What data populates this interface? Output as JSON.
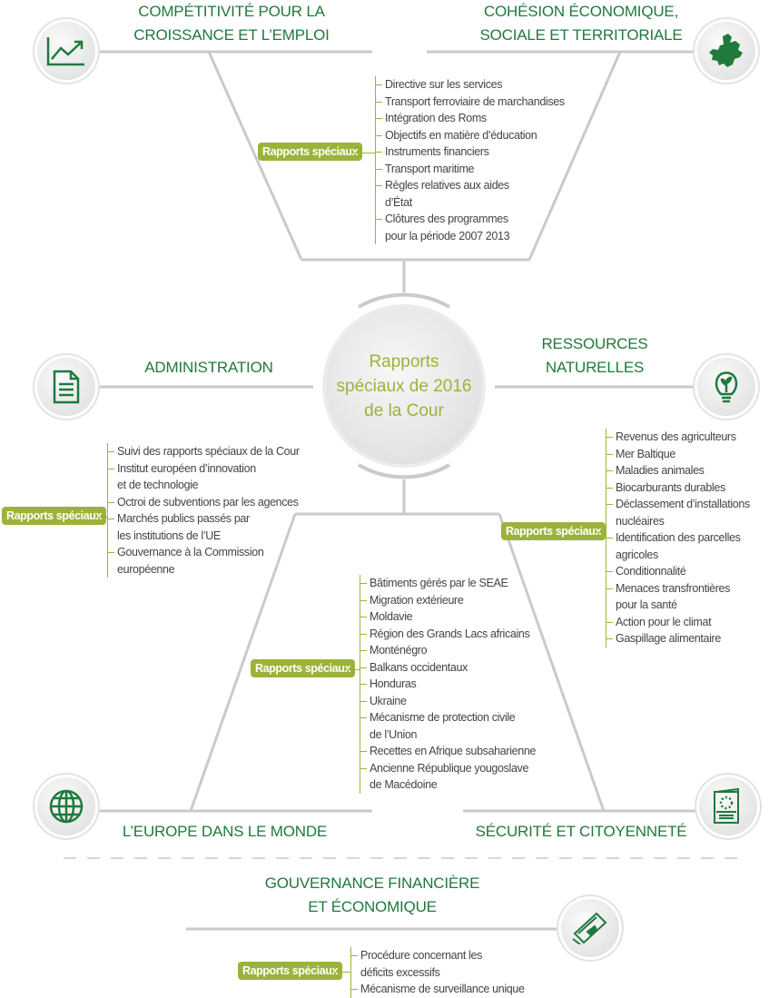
{
  "center": {
    "lines": [
      "Rapports",
      "spéciaux de 2016",
      "de la Cour"
    ]
  },
  "badge_label": "Rapports spéciaux",
  "sections": {
    "competitivite": {
      "title": [
        "COMPÉTITIVITÉ POUR LA",
        "CROISSANCE ET L’EMPLOI"
      ],
      "icon": "chart-growth-icon"
    },
    "cohesion": {
      "title": [
        "COHÉSION ÉCONOMIQUE,",
        "SOCIALE ET TERRITORIALE"
      ],
      "icon": "europe-map-icon",
      "items": [
        "Directive sur les services",
        "Transport ferroviaire de marchandises",
        "Intégration des Roms",
        "Objectifs en matière d’éducation",
        "Instruments financiers",
        "Transport maritime",
        "Règles relatives aux aides",
        "d’État",
        "Clôtures des programmes",
        "pour la période 2007 2013"
      ]
    },
    "administration": {
      "title": "ADMINISTRATION",
      "icon": "document-icon",
      "items": [
        "Suivi des rapports spéciaux de la Cour",
        "Institut européen d’innovation",
        "et de technologie",
        "Octroi de subventions par les agences",
        "Marchés publics passés par",
        "les institutions de l’UE",
        "Gouvernance à la Commission",
        "européenne"
      ]
    },
    "ressources": {
      "title": [
        "RESSOURCES",
        "NATURELLES"
      ],
      "icon": "lightbulb-plant-icon",
      "items": [
        "Revenus des agriculteurs",
        "Mer Baltique",
        "Maladies animales",
        "Biocarburants durables",
        "Déclassement d’installations",
        "nucléaires",
        "Identification des parcelles",
        "agricoles",
        "Conditionnalité",
        "Menaces transfrontières",
        "pour la santé",
        "Action pour le climat",
        "Gaspillage alimentaire"
      ]
    },
    "europe_monde": {
      "title": "L’EUROPE DANS LE MONDE",
      "icon": "globe-icon",
      "items": [
        "Bâtiments gérés par le SEAE",
        "Migration extérieure",
        "Moldavie",
        "Région des Grands Lacs africains",
        "Monténégro",
        "Balkans occidentaux",
        "Honduras",
        "Ukraine",
        "Mécanisme de protection civile",
        "de l’Union",
        "Recettes en Afrique subsaharienne",
        "Ancienne République yougoslave",
        "de Macédoine"
      ]
    },
    "securite": {
      "title": "SÉCURITÉ ET CITOYENNETÉ",
      "icon": "passport-icon"
    },
    "gouvernance": {
      "title": [
        "GOUVERNANCE FINANCIÈRE",
        "ET ÉCONOMIQUE"
      ],
      "icon": "banknotes-icon",
      "items": [
        "Procédure concernant les",
        "déficits excessifs",
        "Mécanisme de surveillance unique"
      ]
    }
  },
  "colors": {
    "title": "#1f7a3c",
    "accent": "#9bb33a",
    "line": "#c8c8c8"
  }
}
